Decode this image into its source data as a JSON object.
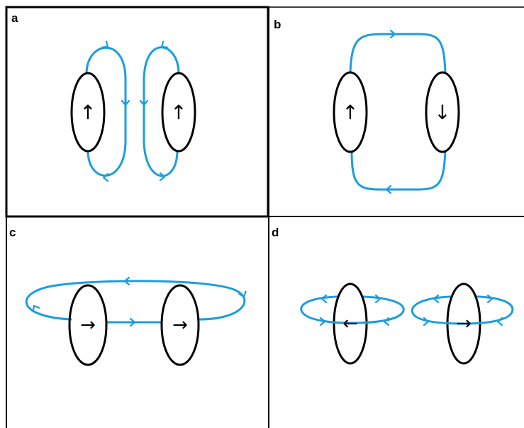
{
  "panels": [
    {
      "label": "a"
    },
    {
      "label": "b"
    },
    {
      "label": "c"
    },
    {
      "label": "d"
    }
  ],
  "colors": {
    "field_line": "#1b9de0",
    "ellipse": "#000000",
    "border": "#000000"
  },
  "moment_glyphs": {
    "up": "↑",
    "down": "↓",
    "right": "→",
    "left": "←"
  }
}
